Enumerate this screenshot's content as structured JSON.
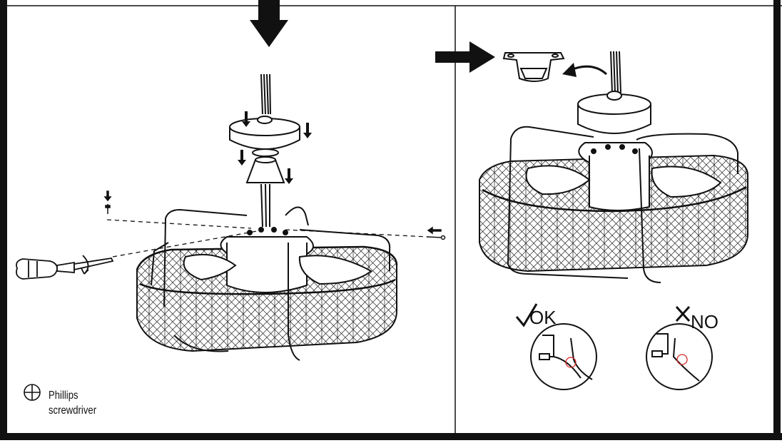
{
  "tool": {
    "icon": "phillips-head-icon",
    "name_line1": "Phillips",
    "name_line2": "screwdriver"
  },
  "checks": {
    "ok_label": "OK",
    "no_label": "NO",
    "ok_icon": "checkmark-icon",
    "no_icon": "cross-icon"
  },
  "colors": {
    "line": "#111111",
    "highlight": "#d62a2a",
    "frame": "#1a1a1a"
  }
}
